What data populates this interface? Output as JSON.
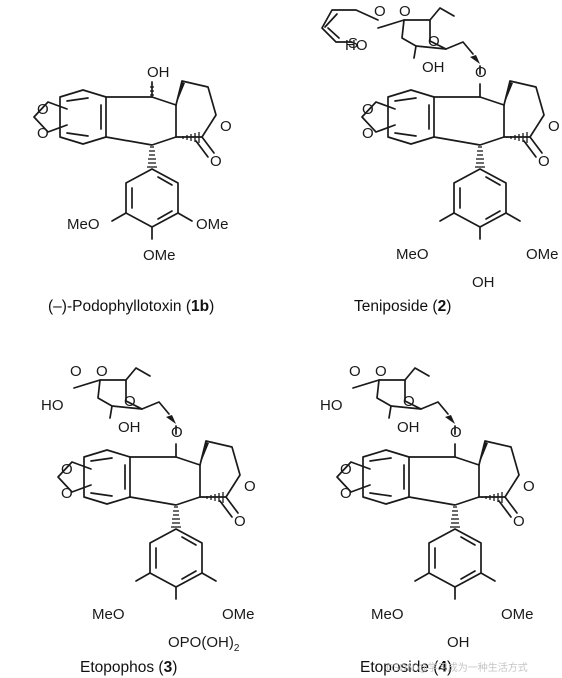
{
  "atoms": {
    "oh": "OH",
    "o": "O",
    "s": "S",
    "ho": "HO",
    "meo": "MeO",
    "ome": "OMe",
    "opo": "OPO(OH)",
    "sub2": "2"
  },
  "captions": {
    "podo": {
      "prefix": "(–)-Podophyllotoxin (",
      "num": "1b",
      "suffix": ")"
    },
    "teni": {
      "prefix": "Teniposide (",
      "num": "2",
      "suffix": ")"
    },
    "etoph": {
      "prefix": "Etopophos (",
      "num": "3",
      "suffix": ")"
    },
    "etop": {
      "prefix": "Etoposide (",
      "num": "4",
      "suffix": ")"
    }
  },
  "watermark": "CSDN @学习成为一种生活方式"
}
